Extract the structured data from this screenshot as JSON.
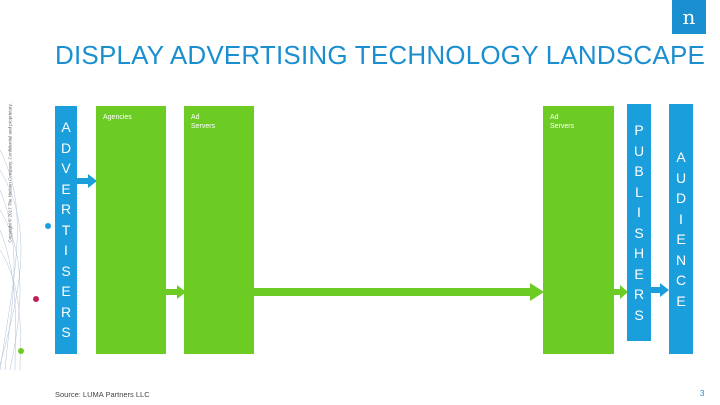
{
  "title": "DISPLAY ADVERTISING TECHNOLOGY LANDSCAPE",
  "logo_letter": "n",
  "copyright": "Copyright © 2017 The Nielsen Company. Confidential and proprietary.",
  "advertisers_letters": [
    "A",
    "D",
    "V",
    "E",
    "R",
    "T",
    "I",
    "S",
    "E",
    "R",
    "S"
  ],
  "publishers_letters": [
    "P",
    "U",
    "B",
    "L",
    "I",
    "S",
    "H",
    "E",
    "R",
    "S"
  ],
  "audience_letters": [
    "A",
    "U",
    "D",
    "I",
    "E",
    "N",
    "C",
    "E"
  ],
  "boxes": {
    "agencies": "Agencies",
    "ad_servers_left": "Ad\nServers",
    "ad_servers_right": "Ad\nServers"
  },
  "footer": "Source: LUMA Partners LLC",
  "page_number": "3",
  "colors": {
    "blue": "#1a9fdc",
    "green": "#6dcc23",
    "title": "#1a8fd0"
  }
}
